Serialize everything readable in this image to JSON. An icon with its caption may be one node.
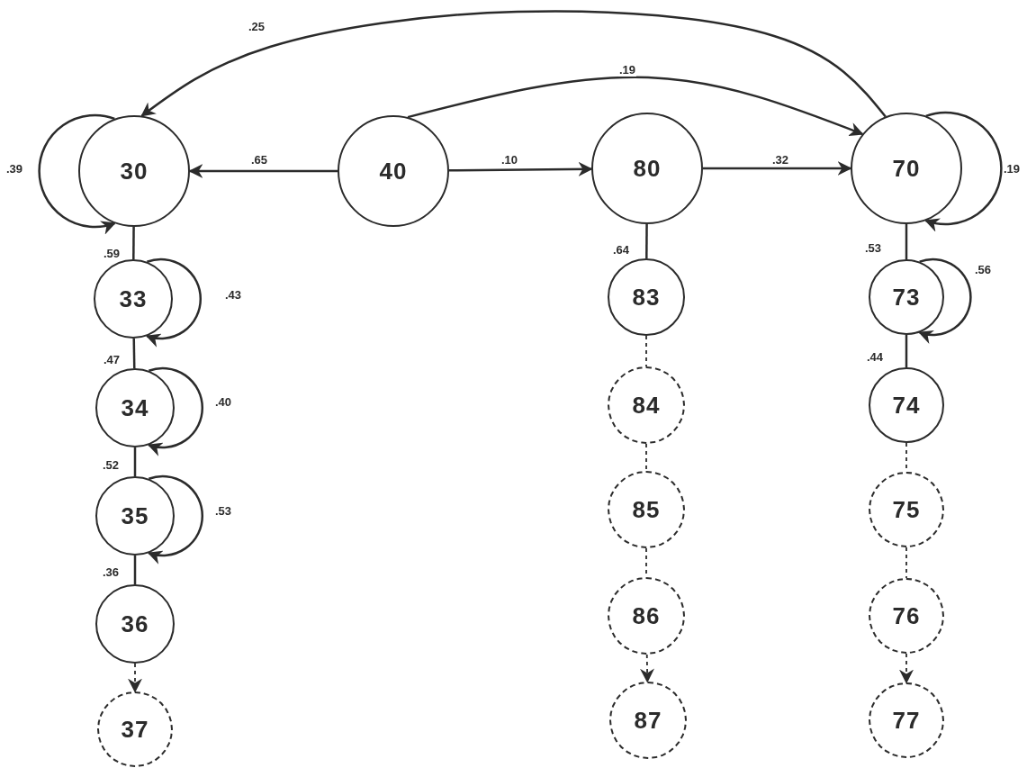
{
  "diagram": {
    "nodes": [
      {
        "text": [
          "30"
        ]
      },
      {
        "text": [
          "40"
        ]
      },
      {
        "text": [
          "80"
        ]
      },
      {
        "text": [
          "70"
        ]
      },
      {
        "text": [
          "33"
        ]
      },
      {
        "text": [
          "83"
        ]
      },
      {
        "text": [
          "73"
        ]
      },
      {
        "text": [
          "34"
        ]
      },
      {
        "text": [
          "84"
        ]
      },
      {
        "text": [
          "74"
        ]
      },
      {
        "text": [
          "35"
        ]
      },
      {
        "text": [
          "85"
        ]
      },
      {
        "text": [
          "75"
        ]
      },
      {
        "text": [
          "36"
        ]
      },
      {
        "text": [
          "86"
        ]
      },
      {
        "text": [
          "76"
        ]
      },
      {
        "text": [
          "37"
        ]
      },
      {
        "text": [
          "87"
        ]
      },
      {
        "text": [
          "77"
        ]
      }
    ],
    "edges": [
      {
        "from": 1,
        "to": 0,
        "arrow": "to",
        "label": ".65"
      },
      {
        "from": 1,
        "to": 2,
        "arrow": "to",
        "label": ".10"
      },
      {
        "from": 2,
        "to": 3,
        "arrow": "to",
        "label": ".32"
      },
      {
        "from": 3,
        "to": 0,
        "arrow": "to",
        "label": ".25"
      },
      {
        "from": 1,
        "to": 3,
        "arrow": "to",
        "label": ".19"
      },
      {
        "from": 0,
        "to": 0,
        "arrow": "to",
        "label": ".39"
      },
      {
        "from": 0,
        "to": 4,
        "arrow": "none",
        "label": ".59"
      },
      {
        "from": 4,
        "to": 4,
        "arrow": "to",
        "label": ".43"
      },
      {
        "from": 4,
        "to": 7,
        "arrow": "none",
        "label": ".47"
      },
      {
        "from": 7,
        "to": 7,
        "arrow": "to",
        "label": ".40"
      },
      {
        "from": 7,
        "to": 10,
        "arrow": "none",
        "label": ".52"
      },
      {
        "from": 10,
        "to": 10,
        "arrow": "to",
        "label": ".53"
      },
      {
        "from": 10,
        "to": 13,
        "arrow": "none",
        "label": ".36"
      },
      {
        "from": 13,
        "to": 16,
        "arrow": "to",
        "style": "dashed"
      },
      {
        "from": 2,
        "to": 5,
        "arrow": "none",
        "label": ".64"
      },
      {
        "from": 5,
        "to": 8,
        "arrow": "none",
        "style": "dashed"
      },
      {
        "from": 8,
        "to": 11,
        "arrow": "none",
        "style": "dashed"
      },
      {
        "from": 11,
        "to": 14,
        "arrow": "none",
        "style": "dashed"
      },
      {
        "from": 14,
        "to": 17,
        "arrow": "to",
        "style": "dashed"
      },
      {
        "from": 3,
        "to": 3,
        "arrow": "to",
        "label": ".19"
      },
      {
        "from": 3,
        "to": 6,
        "arrow": "none",
        "label": ".53"
      },
      {
        "from": 6,
        "to": 6,
        "arrow": "to",
        "label": ".56"
      },
      {
        "from": 6,
        "to": 9,
        "arrow": "none",
        "label": ".44"
      },
      {
        "from": 9,
        "to": 12,
        "arrow": "none",
        "style": "dashed"
      },
      {
        "from": 12,
        "to": 15,
        "arrow": "none",
        "style": "dashed"
      },
      {
        "from": 15,
        "to": 18,
        "arrow": "to",
        "style": "dashed"
      }
    ]
  }
}
